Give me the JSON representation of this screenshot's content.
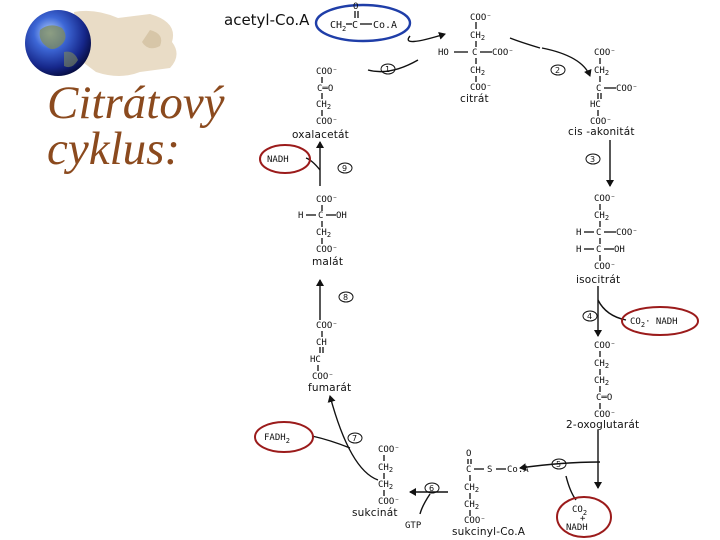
{
  "title": {
    "line1": "Citrátový",
    "line2": "cyklus:"
  },
  "header": {
    "acetyl": "acetyl-Co.A"
  },
  "acetyl_coa": {
    "carbonyl_o": "O",
    "ch2": "CH",
    "ch2_sub": "2",
    "c": "C",
    "coa": "Co.A"
  },
  "compounds": {
    "oxalacetat": {
      "label": "oxalacetát",
      "r1": "COO⁻",
      "r2": "C═O",
      "r3": "CH",
      "r3sub": "2",
      "r4": "COO⁻"
    },
    "citrat": {
      "label": "citrát",
      "top": "COO⁻",
      "ch2a": "CH",
      "ch2a_sub": "2",
      "ho": "HO",
      "c": "C",
      "coo": "COO⁻",
      "ch2b": "CH",
      "ch2b_sub": "2",
      "bottom": "COO⁻"
    },
    "cis_akonitat": {
      "label": "cis -akonitát",
      "r1": "COO⁻",
      "r2": "CH",
      "r2sub": "2",
      "r3": "C",
      "r3b": "COO⁻",
      "r4": "HC",
      "r5": "COO⁻"
    },
    "isocitrat": {
      "label": "isocitrát",
      "r1": "COO⁻",
      "r2": "CH",
      "r2sub": "2",
      "h1": "H",
      "c1": "C",
      "coo": "COO⁻",
      "h2": "H",
      "c2": "C",
      "oh": "OH",
      "r5": "COO⁻"
    },
    "oxoglutarat": {
      "label": "2-oxoglutarát",
      "r1": "COO⁻",
      "r2": "CH",
      "r2sub": "2",
      "r3": "CH",
      "r3sub": "2",
      "r4": "C═O",
      "r5": "COO⁻"
    },
    "sukcinyl": {
      "label": "sukcinyl-Co.A",
      "o": "O",
      "c": "C",
      "s": "S",
      "coa": "Co.A",
      "r2": "CH",
      "r2sub": "2",
      "r3": "CH",
      "r3sub": "2",
      "r4": "COO⁻"
    },
    "sukcinat": {
      "label": "sukcinát",
      "r1": "COO⁻",
      "r2": "CH",
      "r2sub": "2",
      "r3": "CH",
      "r3sub": "2",
      "r4": "COO⁻"
    },
    "fumarat": {
      "label": "fumarát",
      "r1": "COO⁻",
      "r2": "CH",
      "r3": "HC",
      "r4": "COO⁻"
    },
    "malat": {
      "label": "malát",
      "r1": "COO⁻",
      "h": "H",
      "c": "C",
      "oh": "OH",
      "r3": "CH",
      "r3sub": "2",
      "r4": "COO⁻"
    }
  },
  "steps": [
    "1",
    "2",
    "3",
    "4",
    "5",
    "6",
    "7",
    "8",
    "9"
  ],
  "products": {
    "nadh_left": "NADH",
    "co2_nadh": {
      "co": "CO",
      "sub": "2",
      "rest": "· NADH"
    },
    "co2_nadh_bottom": {
      "co": "CO",
      "sub": "2",
      "plus": "+",
      "nadh": "NADH"
    },
    "fadh2": {
      "fadh": "FADH",
      "sub": "2"
    },
    "gtp": "GTP"
  },
  "colors": {
    "title": "#8b4a1e",
    "acetyl_oval": "#1f3ea8",
    "red_oval": "#9b1b1b"
  }
}
